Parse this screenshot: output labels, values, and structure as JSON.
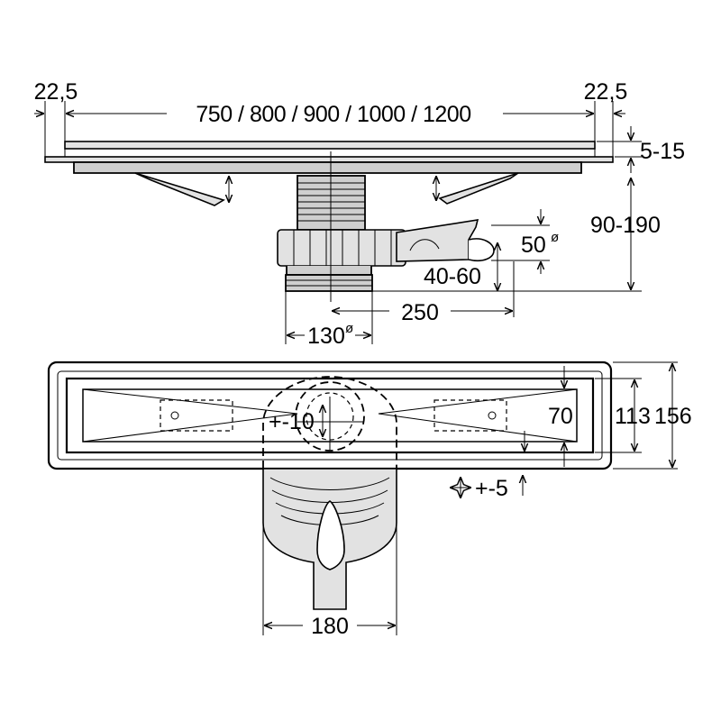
{
  "drawing": {
    "side_view": {
      "overhang_left": "22,5",
      "overhang_right": "22,5",
      "lengths": "750 / 800 / 900 / 1000 / 1200",
      "lip_height": "5-15",
      "total_height": "90-190",
      "outlet_diameter": "50",
      "outlet_height": "40-60",
      "outlet_distance": "250",
      "body_diameter": "130",
      "diameter_symbol": "ø"
    },
    "plan_view": {
      "inner_width": "70",
      "channel_width": "113",
      "frame_width": "156",
      "height_adjust": "+-10",
      "lateral_adjust": "+-5",
      "outlet_width": "180"
    }
  }
}
